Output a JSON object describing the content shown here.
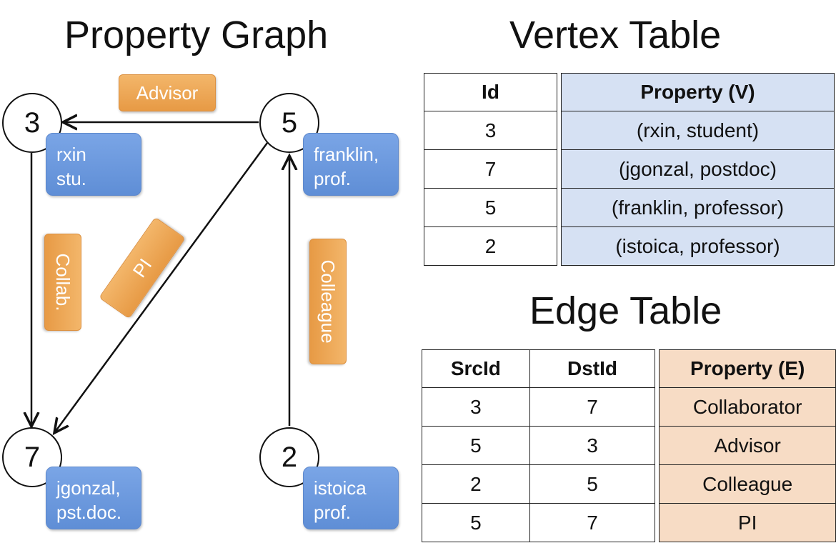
{
  "titles": {
    "graph": "Property Graph",
    "vertex_table": "Vertex Table",
    "edge_table": "Edge Table"
  },
  "graph": {
    "vertices": [
      {
        "id": "3",
        "label": "rxin\nstu."
      },
      {
        "id": "5",
        "label": "franklin,\nprof."
      },
      {
        "id": "7",
        "label": "jgonzal,\npst.doc."
      },
      {
        "id": "2",
        "label": "istoica\nprof."
      }
    ],
    "edges": [
      {
        "src": "5",
        "dst": "3",
        "label": "Advisor"
      },
      {
        "src": "3",
        "dst": "7",
        "label": "Collab."
      },
      {
        "src": "5",
        "dst": "7",
        "label": "PI"
      },
      {
        "src": "2",
        "dst": "5",
        "label": "Colleague"
      }
    ]
  },
  "vertex_table": {
    "headers": [
      "Id",
      "Property (V)"
    ],
    "rows": [
      [
        "3",
        "(rxin, student)"
      ],
      [
        "7",
        "(jgonzal, postdoc)"
      ],
      [
        "5",
        "(franklin, professor)"
      ],
      [
        "2",
        "(istoica, professor)"
      ]
    ]
  },
  "edge_table": {
    "headers": [
      "SrcId",
      "DstId",
      "Property (E)"
    ],
    "rows": [
      [
        "3",
        "7",
        "Collaborator"
      ],
      [
        "5",
        "3",
        "Advisor"
      ],
      [
        "2",
        "5",
        "Colleague"
      ],
      [
        "5",
        "7",
        "PI"
      ]
    ]
  },
  "colors": {
    "vertex_property": "#6a98dc",
    "edge_label": "#eba552",
    "vertex_table_fill": "#d6e1f3",
    "edge_table_fill": "#f7dcc5"
  }
}
